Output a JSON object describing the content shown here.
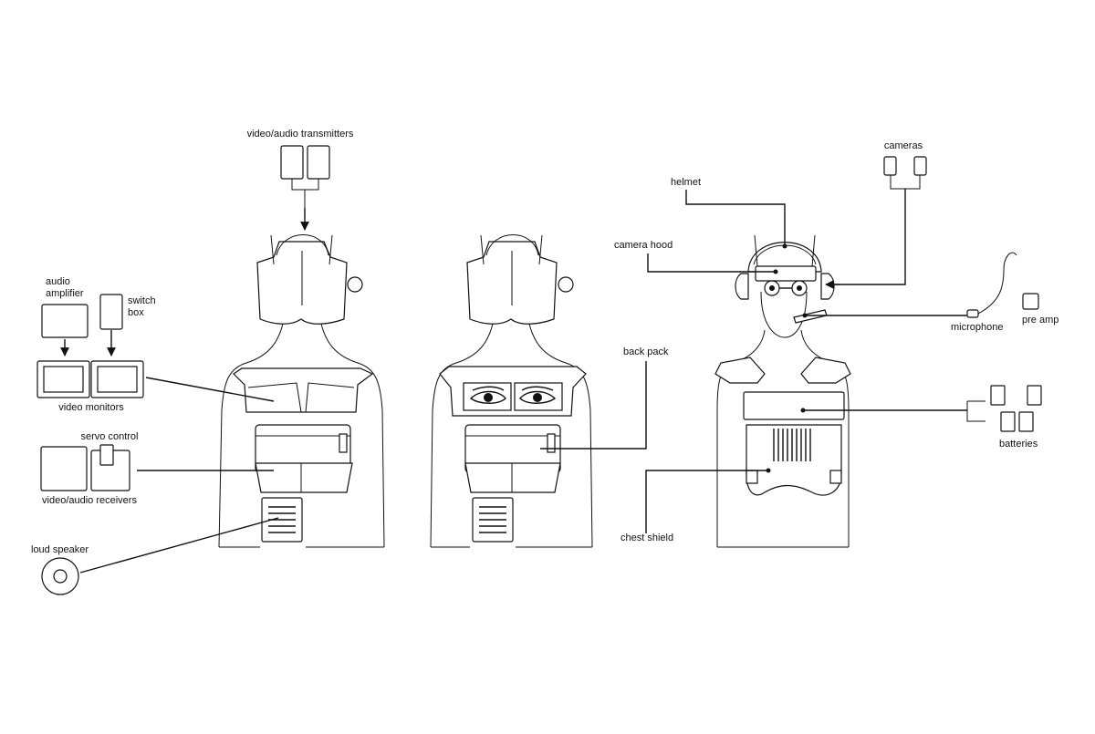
{
  "labels": {
    "transmitters": "video/audio transmitters",
    "audio_amplifier_1": "audio",
    "audio_amplifier_2": "amplifier",
    "switch_box_1": "switch",
    "switch_box_2": "box",
    "video_monitors": "video monitors",
    "servo_control": "servo control",
    "receivers": "video/audio receivers",
    "loud_speaker": "loud speaker",
    "back_pack": "back pack",
    "chest_shield": "chest shield",
    "cameras": "cameras",
    "helmet": "helmet",
    "camera_hood": "camera hood",
    "microphone": "microphone",
    "pre_amp": "pre amp",
    "batteries": "batteries"
  }
}
